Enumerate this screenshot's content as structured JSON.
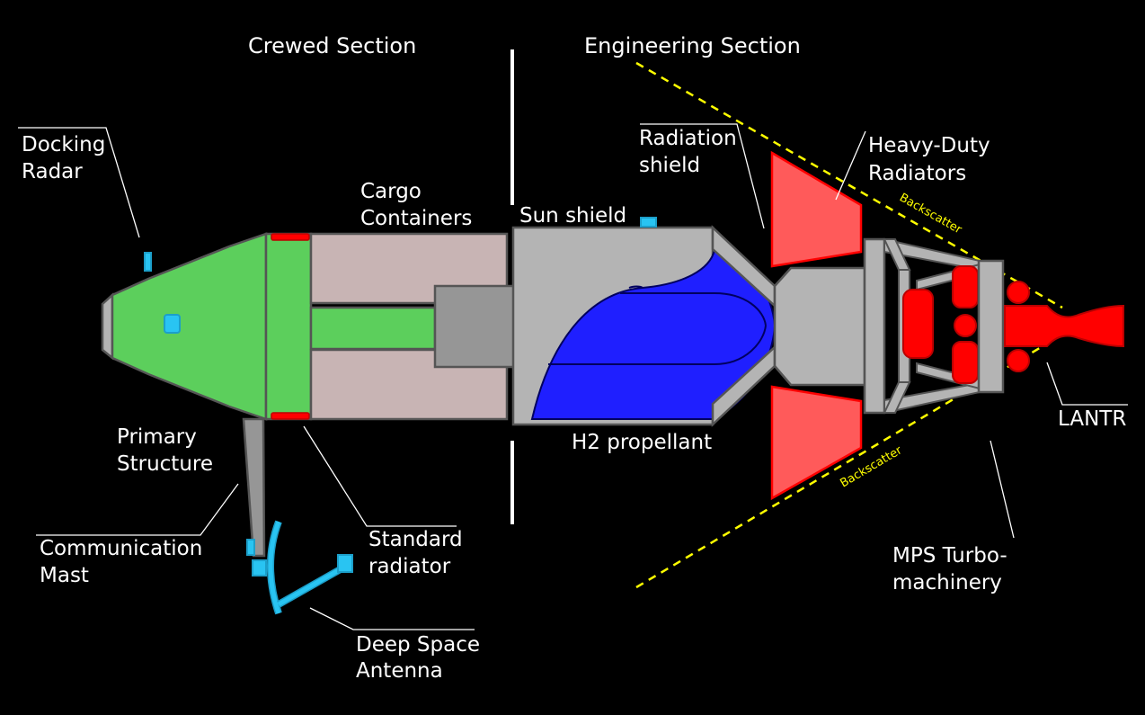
{
  "headers": {
    "crewed": "Crewed Section",
    "engineering": "Engineering Section"
  },
  "labels": {
    "docking_radar": [
      "Docking",
      "Radar"
    ],
    "cargo_containers": [
      "Cargo",
      "Containers"
    ],
    "sun_shield": "Sun shield",
    "radiation_shield": [
      "Radiation",
      "shield"
    ],
    "heavy_duty_radiators": [
      "Heavy-Duty",
      "Radiators"
    ],
    "primary_structure": [
      "Primary",
      "Structure"
    ],
    "communication_mast": [
      "Communication",
      "Mast"
    ],
    "standard_radiator": [
      "Standard",
      "radiator"
    ],
    "deep_space_antenna": [
      "Deep Space",
      "Antenna"
    ],
    "h2_propellant": "H2 propellant",
    "lantr": "LANTR",
    "mps_turbomachinery": [
      "MPS Turbo-",
      "machinery"
    ],
    "backscatter": "Backscatter"
  },
  "colors": {
    "crew_module": "#5ccf5c",
    "cargo": "#c8b4b4",
    "structure_gray": "#b4b4b4",
    "dark_gray": "#969696",
    "propellant": "#1f1fff",
    "radiator_light": "#ff5a5a",
    "engine_red": "#ff0000",
    "antenna": "#29c4f2",
    "backscatter_line": "#ffff00"
  }
}
